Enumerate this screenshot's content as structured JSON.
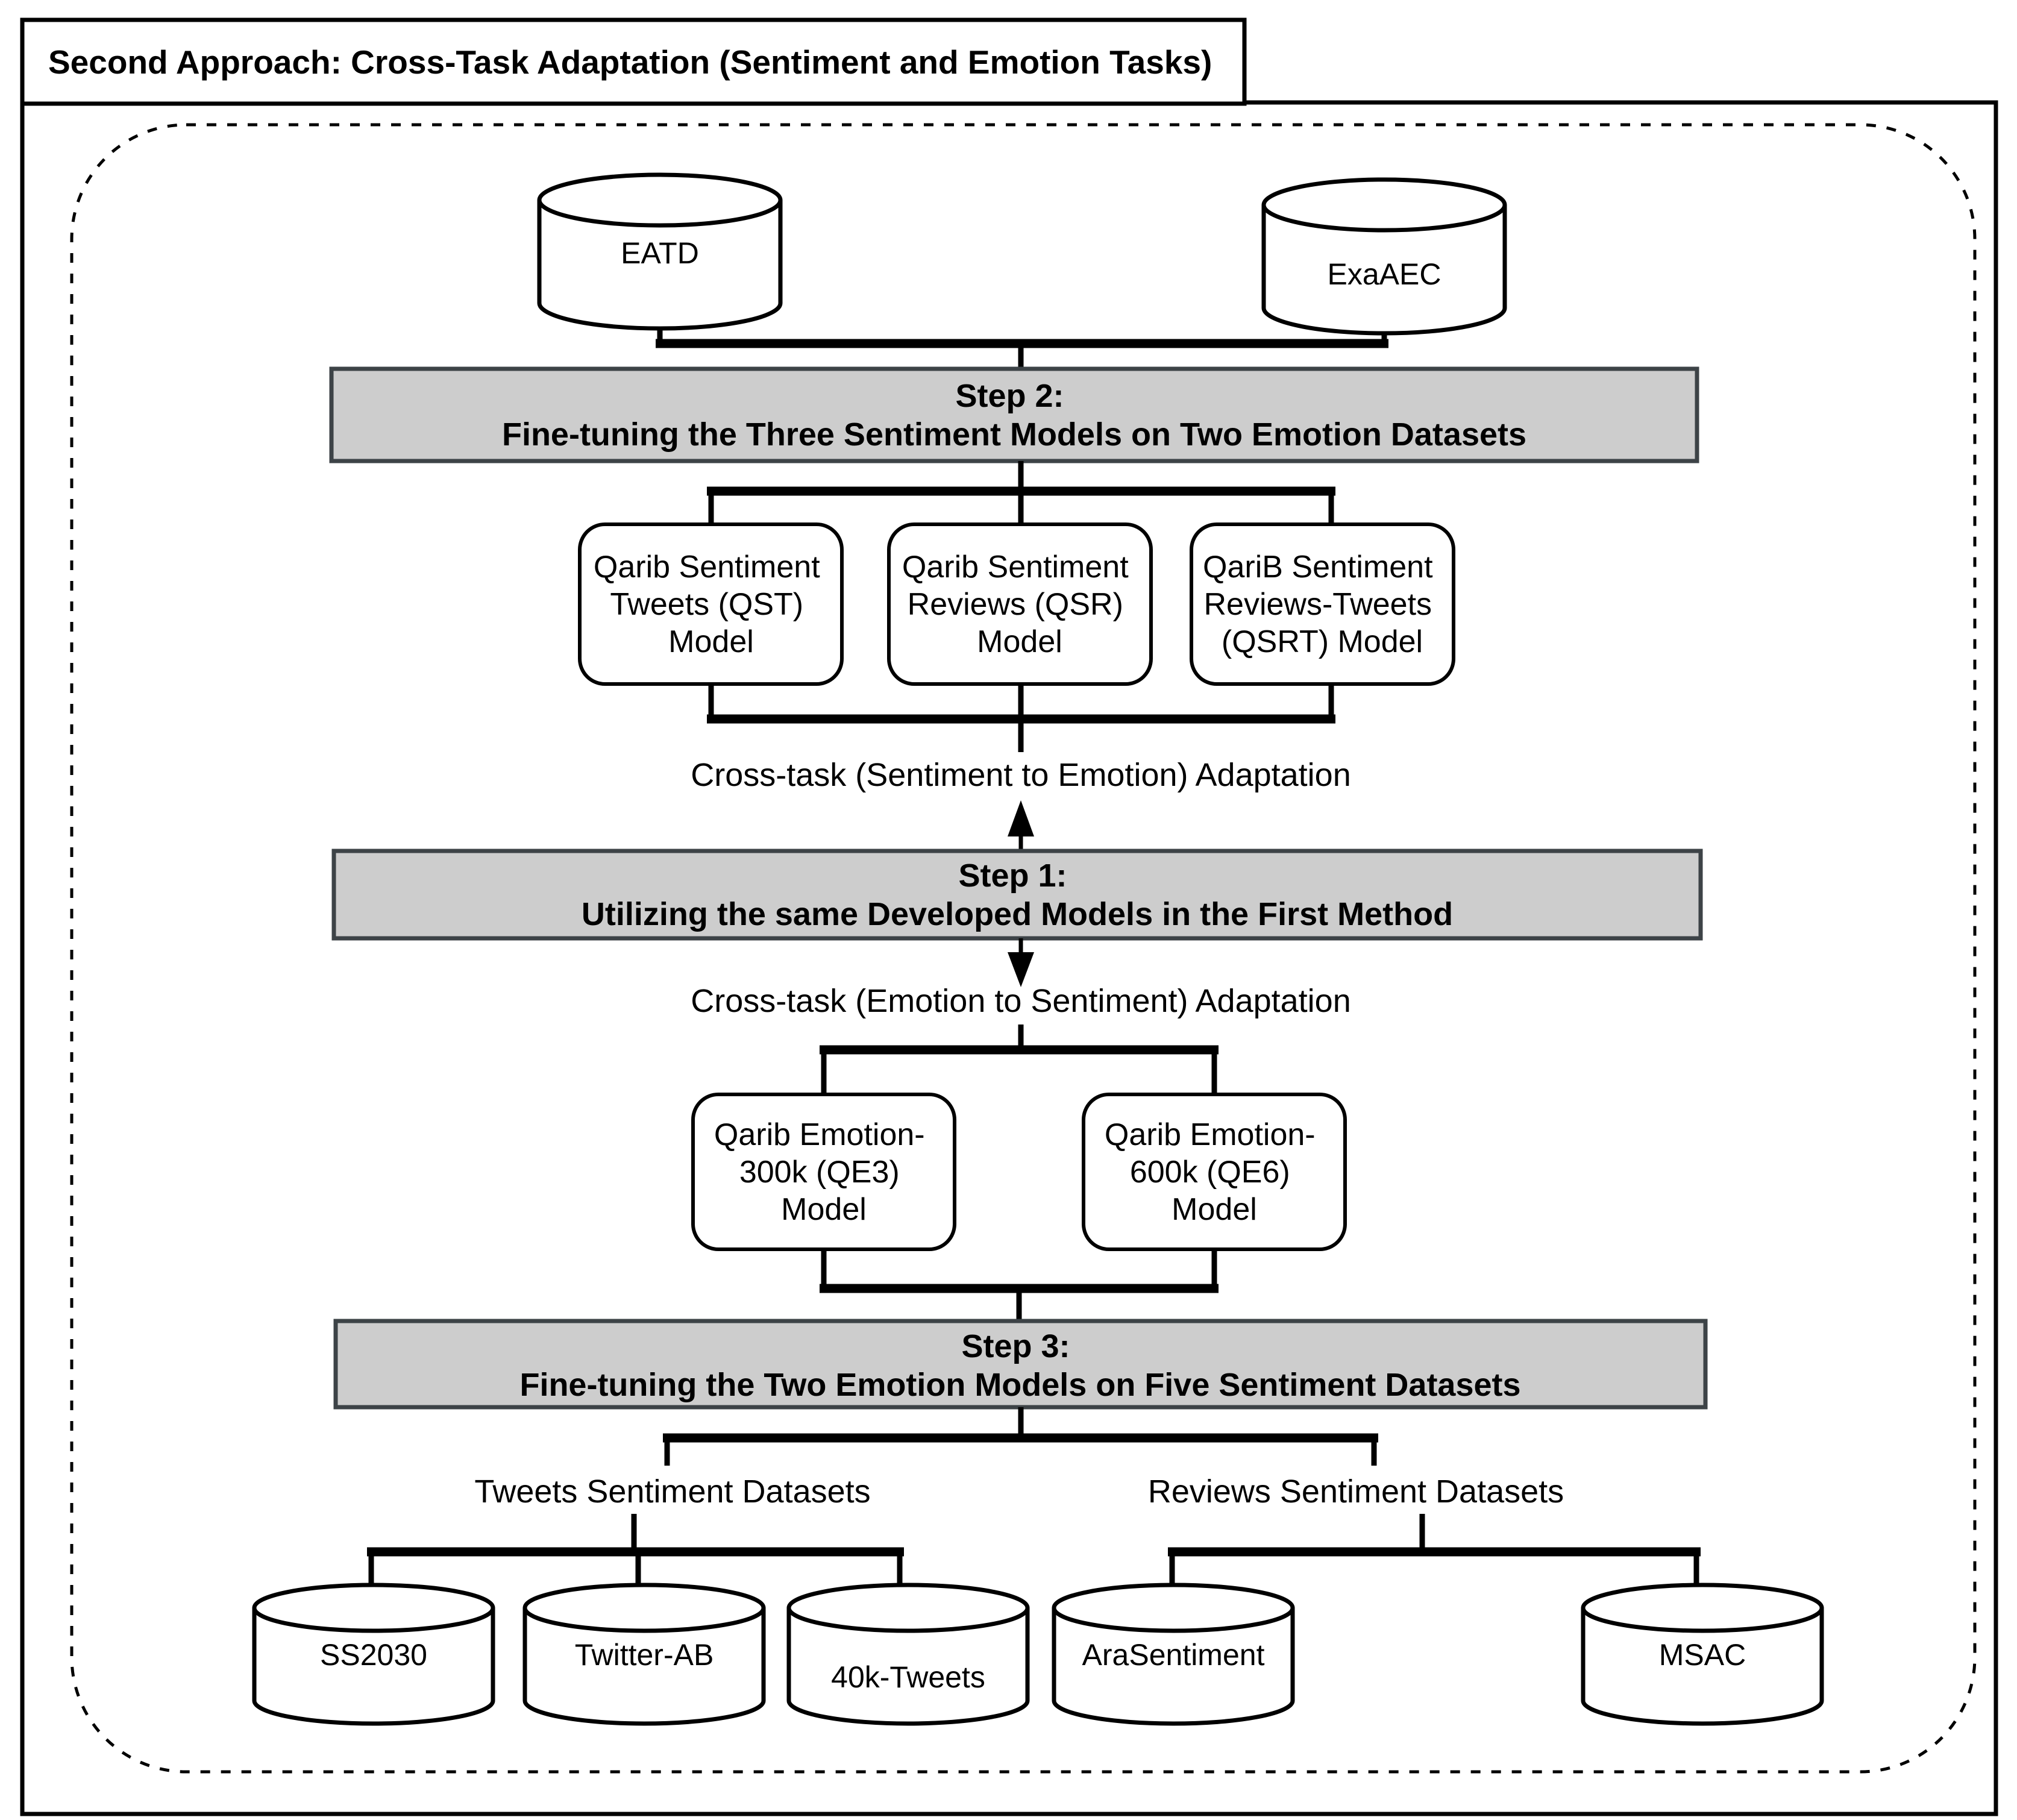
{
  "title": "Second Approach: Cross-Task Adaptation (Sentiment and Emotion Tasks)",
  "colors": {
    "bar_fill": "#cdcdcd",
    "bar_border": "#3d4347",
    "line": "#000000",
    "background": "#ffffff"
  },
  "top_datasets": {
    "eatd": {
      "label": "EATD"
    },
    "exaaec": {
      "label": "ExaAEC"
    }
  },
  "steps": {
    "step2": {
      "title": "Step 2:",
      "subtitle": "Fine-tuning the Three Sentiment Models on Two Emotion Datasets"
    },
    "step1": {
      "title": "Step 1:",
      "subtitle": "Utilizing the same Developed Models in the First Method"
    },
    "step3": {
      "title": "Step 3:",
      "subtitle": "Fine-tuning the Two Emotion Models on Five Sentiment Datasets"
    }
  },
  "models": {
    "qst": {
      "lines": [
        "Qarib Sentiment",
        "Tweets (QST)",
        "Model"
      ]
    },
    "qsr": {
      "lines": [
        "Qarib Sentiment",
        "Reviews (QSR)",
        "Model"
      ]
    },
    "qsrt": {
      "lines": [
        "QariB Sentiment",
        "Reviews-Tweets",
        "(QSRT) Model"
      ]
    },
    "qe3": {
      "lines": [
        "Qarib Emotion-",
        "300k (QE3)",
        "Model"
      ]
    },
    "qe6": {
      "lines": [
        "Qarib Emotion-",
        "600k (QE6)",
        "Model"
      ]
    }
  },
  "annotations": {
    "sent_to_emo": "Cross-task (Sentiment to Emotion) Adaptation",
    "emo_to_sent": "Cross-task (Emotion to Sentiment) Adaptation"
  },
  "groups": {
    "tweets": "Tweets Sentiment Datasets",
    "reviews": "Reviews Sentiment Datasets"
  },
  "bottom_datasets": {
    "ss2030": {
      "label": "SS2030"
    },
    "twitter_ab": {
      "label": "Twitter-AB"
    },
    "tweets40k": {
      "label": "40k-Tweets"
    },
    "arasentiment": {
      "label": "AraSentiment"
    },
    "msac": {
      "label": "MSAC"
    }
  }
}
